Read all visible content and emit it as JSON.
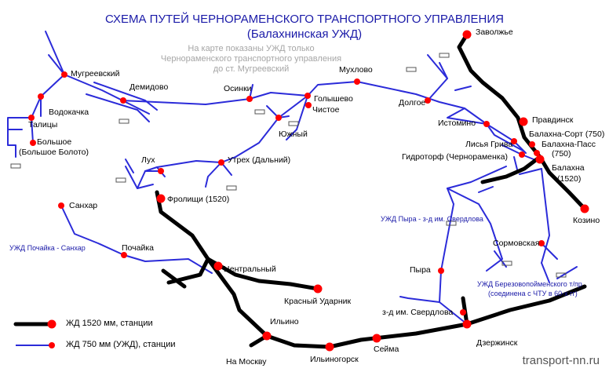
{
  "header": {
    "title": "СХЕМА ПУТЕЙ ЧЕРНОРАМЕНСКОГО ТРАНСПОРТНОГО УПРАВЛЕНИЯ",
    "subtitle": "(Балахнинская УЖД)",
    "note_lines": [
      "На карте показаны УЖД только",
      "Чернораменского транспортного управления",
      "до ст. Мугреевский"
    ]
  },
  "stations": {
    "mugreevsky": "Мугреевский",
    "demidovo": "Демидово",
    "vodokachka": "Водокачка",
    "talitsy": "Талицы",
    "bolshoe": "Большое",
    "bolshoe_alt": "(Большое Болото)",
    "osinki": "Осинки",
    "golyshevo": "Голышево",
    "chistoe": "Чистое",
    "yuzhny": "Южный",
    "mukhlovo": "Мухлово",
    "dolgoe": "Долгое",
    "istomino": "Истомино",
    "lisya_griva": "Лисья Грива",
    "gidrotorf": "Гидроторф (Чернораменка)",
    "balakhna_sort": "Балахна-Сорт (750)",
    "balakhna_pass": "Балахна-Пасс",
    "balakhna_pass_gauge": "(750)",
    "balakhna": "Балахна",
    "balakhna_gauge": "(1520)",
    "pravdinsk": "Правдинск",
    "zavolzhye": "Заволжье",
    "kozino": "Козино",
    "sormovskaya": "Сормовская",
    "lukh": "Лух",
    "utrekh": "Утрех (Дальний)",
    "frolishchi": "Фролищи (1520)",
    "sankhar": "Санхар",
    "pochayka": "Почайка",
    "tsentralny": "Центральный",
    "krasny_udarnik": "Красный Ударник",
    "ilino": "Ильино",
    "ilinogorsk": "Ильиногорск",
    "seima": "Сейма",
    "dzerzhinsk": "Дзержинск",
    "na_moskvu": "На Москву",
    "pyra": "Пыра",
    "zd_sverdlova": "з-д им. Свердлова"
  },
  "branch_labels": {
    "pochayka_sankhar": "УЖД Почайка - Санхар",
    "pyra_sverdlova": "УЖД Пыра - з-д им. Свердлова",
    "berezovo_line1": "УЖД Березовопойменского т/пр",
    "berezovo_line2": "(соединена с ЧТУ в 60-х гг)"
  },
  "legend": {
    "broad": "ЖД 1520 мм, станции",
    "narrow": "ЖД 750 мм (УЖД), станции"
  },
  "watermark": "transport-nn.ru",
  "colors": {
    "title": "#1a1aa8",
    "narrow_line": "#2b2bd9",
    "broad_line": "#000000",
    "station": "#ff0000",
    "note": "#a6a6a6"
  }
}
